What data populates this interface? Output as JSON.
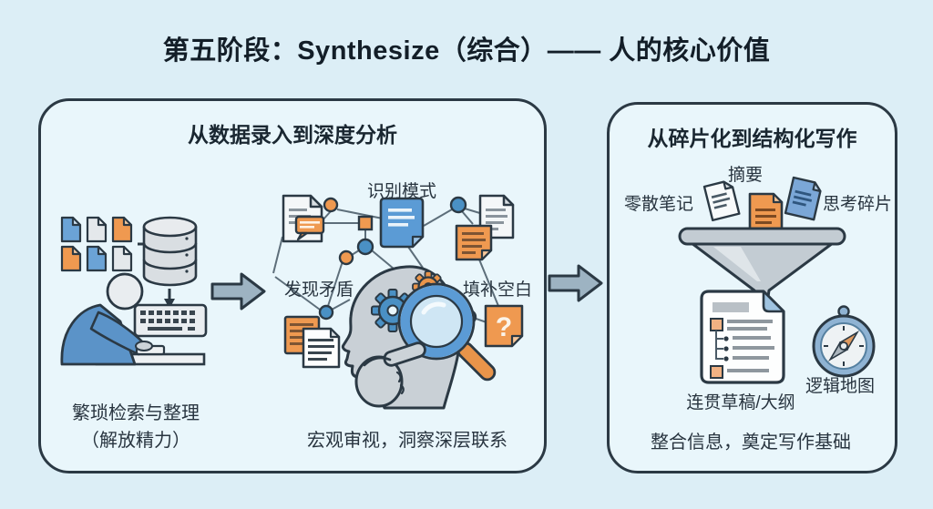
{
  "title": "第五阶段：Synthesize（综合）—— 人的核心价值",
  "colors": {
    "background": "#dceef6",
    "panel_background": "#e9f6fb",
    "outline": "#2b3944",
    "accent_blue": "#5b9bd5",
    "accent_orange": "#ef9950",
    "node_blue": "#4a90c4",
    "arrow_fill": "#9db3c2",
    "gray_fill": "#c9d0d6"
  },
  "left_panel": {
    "title": "从数据录入到深度分析",
    "node_labels": {
      "top": "识别模式",
      "left": "发现矛盾",
      "right": "填补空白"
    },
    "question_mark": "?",
    "bottom_left_caption": [
      "繁琐检索与整理",
      "（解放精力）"
    ],
    "bottom_caption": "宏观审视，洞察深层联系"
  },
  "right_panel": {
    "title": "从碎片化到结构化写作",
    "funnel_labels": {
      "top": "摘要",
      "left": "零散笔记",
      "right": "思考碎片"
    },
    "outline_label": "连贯草稿/大纲",
    "compass_label": "逻辑地图",
    "bottom_caption": "整合信息，奠定写作基础"
  },
  "icons": [
    "file-icon",
    "database-icon",
    "keyboard-icon",
    "person-typing-icon",
    "arrow-right-icon",
    "document-icon",
    "speech-bubble-icon",
    "sticky-note-icon",
    "question-sticky-icon",
    "head-profile-icon",
    "gear-icon",
    "magnifier-icon",
    "pointing-hand-icon",
    "funnel-icon",
    "outline-document-icon",
    "compass-icon"
  ]
}
